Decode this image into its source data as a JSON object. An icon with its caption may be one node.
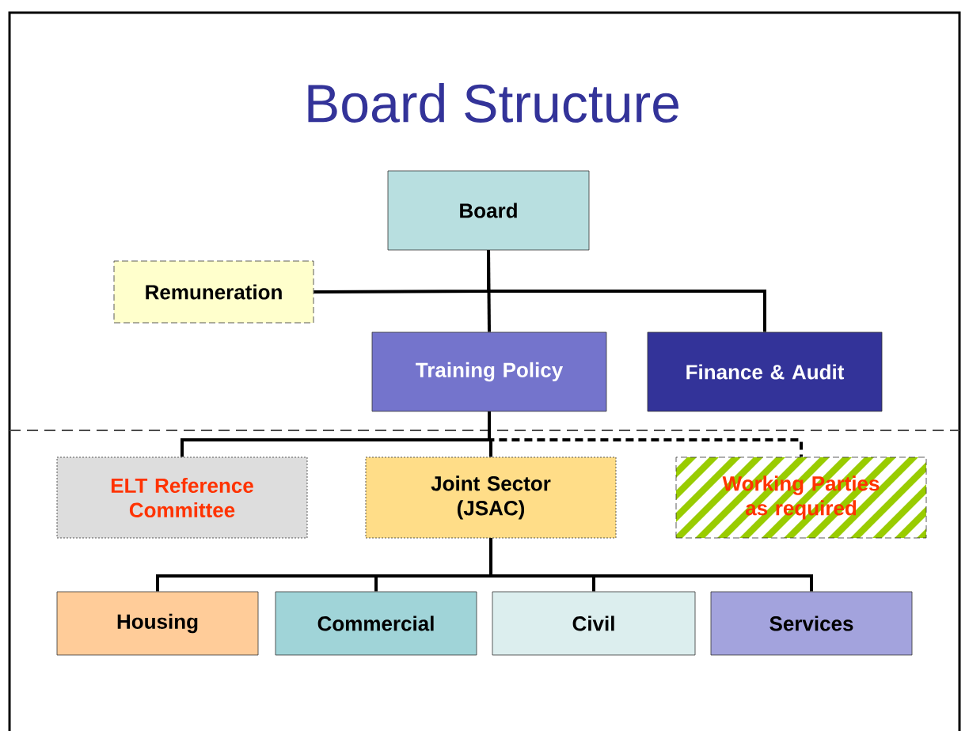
{
  "diagram": {
    "title": "Board Structure",
    "nodes": [
      {
        "text": [
          "Board"
        ]
      },
      {
        "text": [
          "Remuneration"
        ]
      },
      {
        "text": [
          "Training Policy"
        ]
      },
      {
        "text": [
          "Finance & Audit"
        ]
      },
      {
        "text": [
          "ELT Reference Committee"
        ]
      },
      {
        "text": [
          "Joint Sector (JSAC)"
        ]
      },
      {
        "text": [
          "Working Parties as required"
        ]
      },
      {
        "text": [
          "Housing"
        ]
      },
      {
        "text": [
          "Commercial"
        ]
      },
      {
        "text": [
          "Civil"
        ]
      },
      {
        "text": [
          "Services"
        ]
      }
    ],
    "edges": [
      {
        "from": 0,
        "to": 1,
        "arrow": "none"
      },
      {
        "from": 0,
        "to": 2,
        "arrow": "none"
      },
      {
        "from": 0,
        "to": 3,
        "arrow": "none"
      },
      {
        "from": 2,
        "to": 4,
        "arrow": "none"
      },
      {
        "from": 2,
        "to": 5,
        "arrow": "none"
      },
      {
        "from": 2,
        "to": 6,
        "arrow": "none",
        "style": "dashed"
      },
      {
        "from": 5,
        "to": 7,
        "arrow": "none"
      },
      {
        "from": 5,
        "to": 8,
        "arrow": "none"
      },
      {
        "from": 5,
        "to": 9,
        "arrow": "none"
      },
      {
        "from": 5,
        "to": 10,
        "arrow": "none"
      }
    ]
  }
}
